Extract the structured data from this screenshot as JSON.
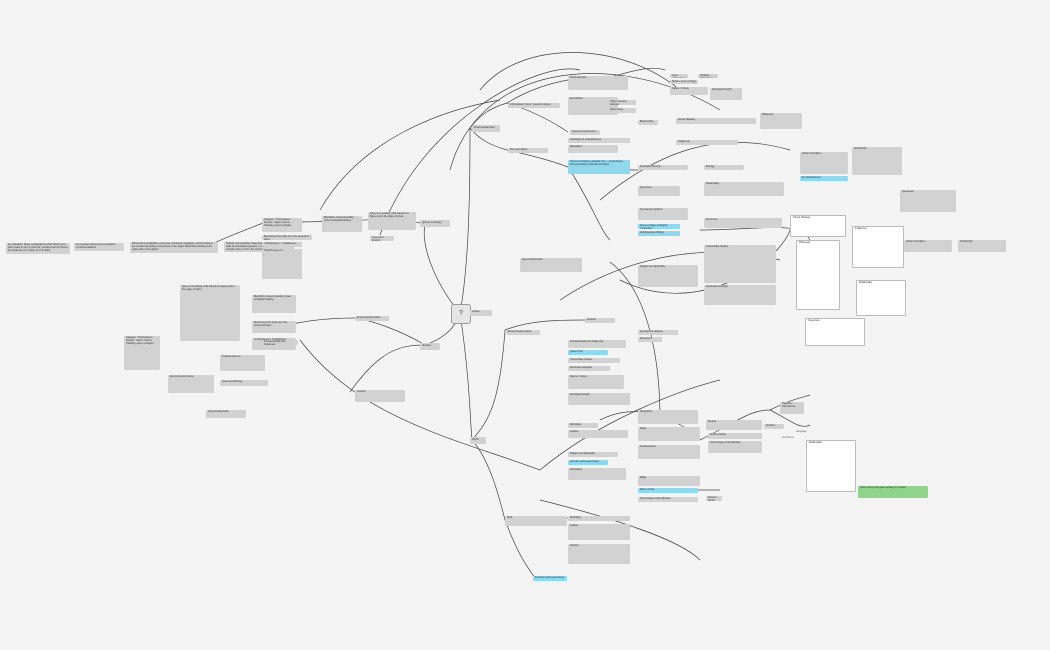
{
  "map": {
    "root": "?",
    "branches": {
      "postmodernism": "Postmodernism",
      "queer_ecology": "Queer ecology",
      "justice": "Justice",
      "myth": "Myth"
    },
    "nodes": {
      "left_intro": "An evaluation: Queer ecological the which fictions and has to want to set my work out, and also look into history the words are of, in detail, of or similarly.",
      "left_intro2": "as a question about queer ecological environmentalisms",
      "left_intro3": "What kind of possibilities, processes, narratives, ideologies, and fine borders are revealed by pulling conjunctions of the stage? What does thinking in the edges offer to the globe?",
      "left_bridge": "Hybrids and liminalities make their 'contention' by a range of what the boundaries question, in the end of the fields to consider these in life in the process.",
      "mid_top1": "Category: “That between Identity”, ‘object’, Donna Haraway, queer ecologies",
      "mid_top2": "Becoming of the body, as in the sensual of place",
      "mid_top3": "‘Anthropocene’ / ‘Capitalocene’",
      "mid_top4": "Towards queer of…",
      "mid_top5": "Biopolitics, Governmentality, Queer ecological thinking",
      "queer_desc": "Queer eco-reading, what stands at a figure and is the edges of place.",
      "queer_disc": "Queer and Ecology",
      "post_1": "Postmodernism",
      "post_2": "Informational “future” (network culture)",
      "post_3": "Post-colonialism",
      "post_4": "Ecocriticism",
      "post_5": "Queer and cybernetics",
      "post_6": "Ecology",
      "post_7": "Human and Nature, Material Turn — Feminisation, Phenomenology, Hybridity and Affect",
      "post_8": "Ecological Sincerity",
      "post_9": "Object-oriented ontology",
      "post_10": "Affect theory",
      "post_11": "Ontologies of embeddedness",
      "post_12": "Materialism",
      "post_13": "Biosemiotics",
      "blue_1": "the Anthropocene",
      "blue_2": "Queer ecology, ecological ‘humanities’",
      "blue_3": "Anthropocene thinking",
      "blue_4": "Queer of art",
      "blue_5": "Feminism and queer theory",
      "blue_6": "Ethics of care",
      "justice_1": "Justice",
      "justice_2": "Queer Ecofeminism",
      "justice_3": "Environmental Justice",
      "justice_4": "Activism",
      "justice_5": "Intersectionality and Indigeneity",
      "justice_6": "Interspecies relations",
      "justice_7": "Economics",
      "justice_8": "Critical Race Studies",
      "justice_9": "Decolonial ecologies",
      "myth_1": "Myth",
      "myth_2": "Mythology",
      "myth_3": "Folklore",
      "myth_4": "Storytelling",
      "myth_5": "Magic",
      "myth_6": "Religion and Spirituality",
      "myth_7": "Posthumanism",
      "myth_8": "Dreams",
      "myth_9": "Science Fiction",
      "myth_10": "Technologies of identification",
      "myth_11": "Animism",
      "myth_12": "Feminisms",
      "myth_13": "Language",
      "right_1": "queer ecofeminism",
      "right_2": "Morton, queer ecology",
      "right_3": "Nature / Culture",
      "right_4": "Ecological thought",
      "right_5": "Haraway, Chthulucene",
      "right_6": "Donna Haraway",
      "right_7": "Whiteness",
      "right_8": "Indigenous",
      "right_9": "Settler colonialism",
      "right_10": "Scholarship",
      "right_11": "Queerness",
      "right_12": "Relationality",
      "green_1": "Queer theory and queer ecology in practice"
    }
  }
}
